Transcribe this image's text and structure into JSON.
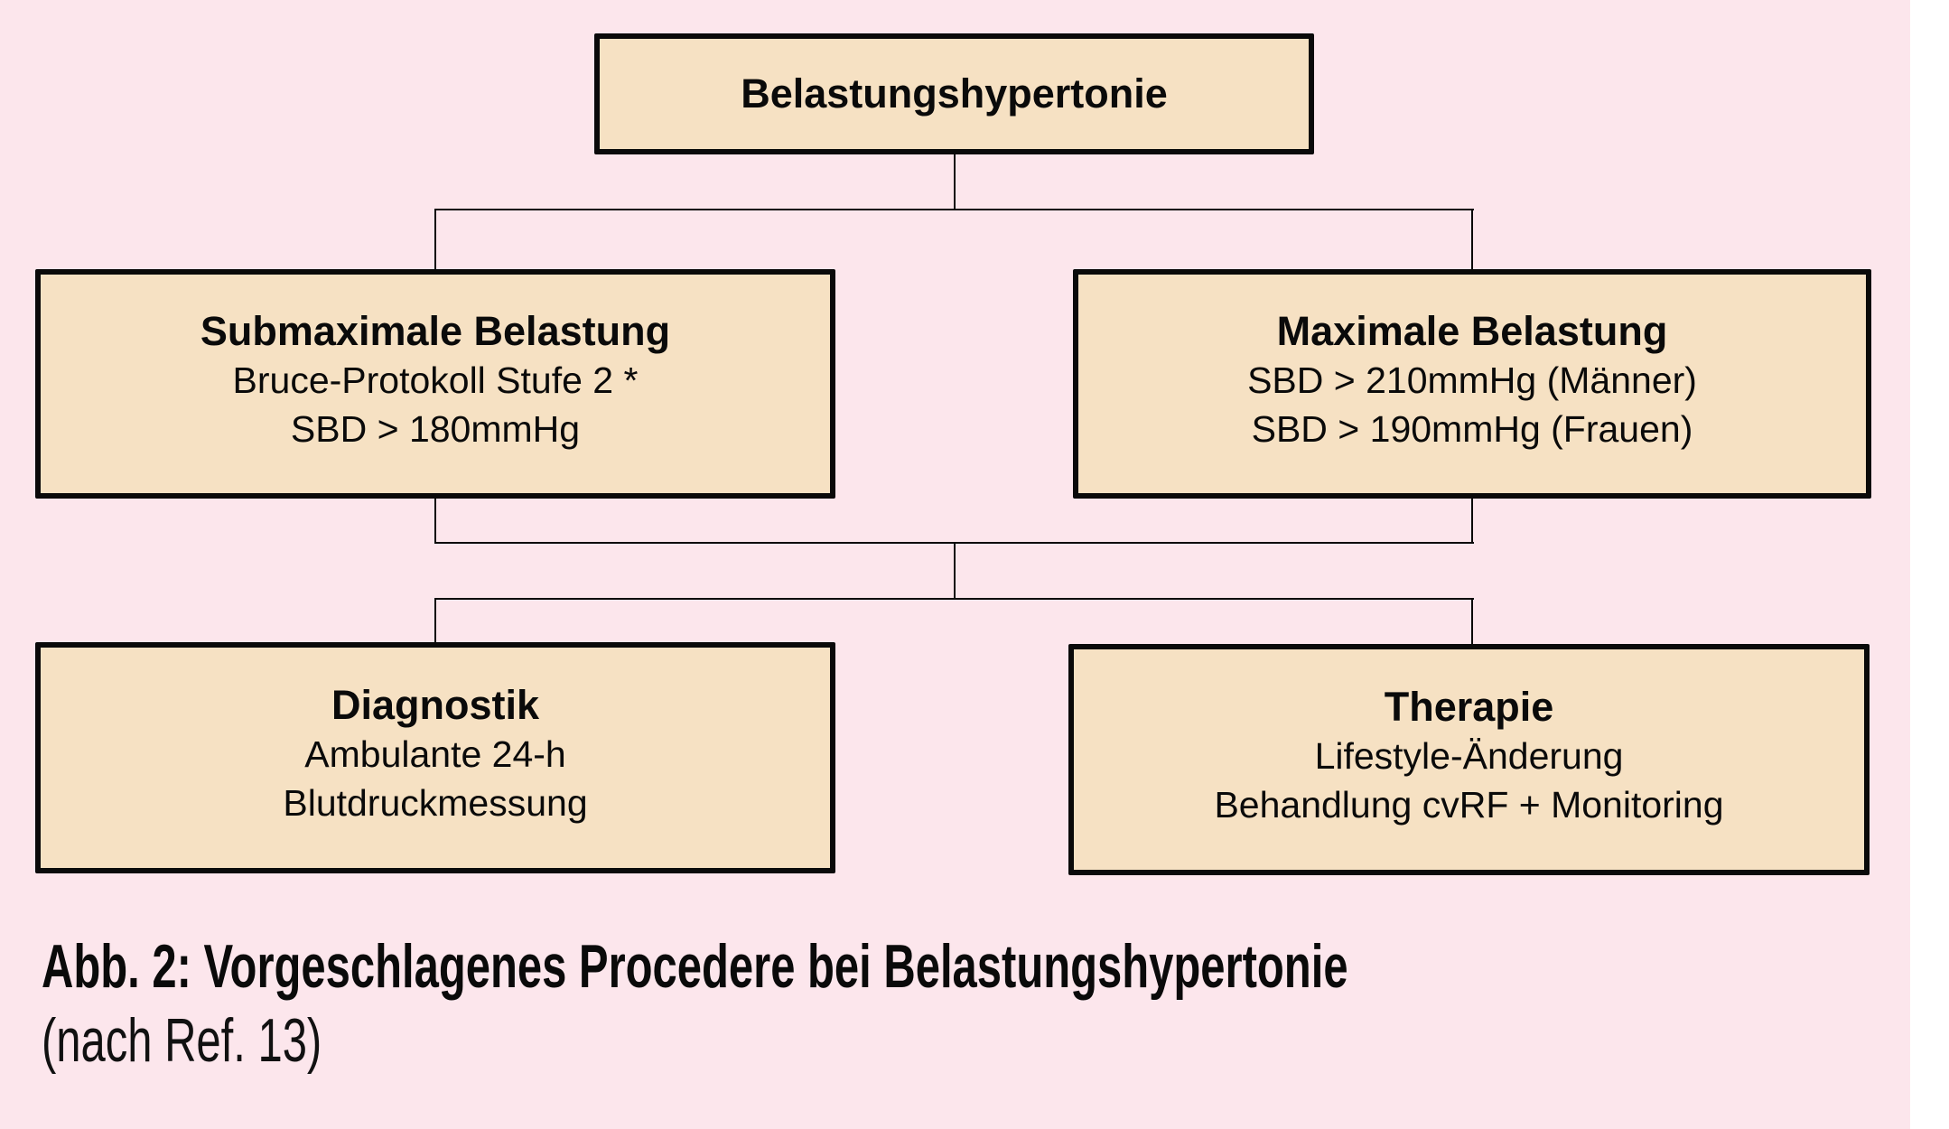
{
  "figure": {
    "root": {
      "title": "Belastungshypertonie"
    },
    "branches": [
      {
        "title": "Submaximale Belastung",
        "lines": [
          "Bruce-Protokoll Stufe 2 *",
          "SBD > 180mmHg"
        ]
      },
      {
        "title": "Maximale Belastung",
        "lines": [
          "SBD > 210mmHg (Männer)",
          "SBD > 190mmHg (Frauen)"
        ]
      }
    ],
    "outcomes": [
      {
        "title": "Diagnostik",
        "lines": [
          "Ambulante 24-h",
          "Blutdruckmessung"
        ]
      },
      {
        "title": "Therapie",
        "lines": [
          "Lifestyle-Änderung",
          "Behandlung cvRF + Monitoring"
        ]
      }
    ]
  },
  "caption": {
    "title": "Abb. 2: Vorgeschlagenes Procedere bei Belastungshypertonie",
    "subtitle": "(nach Ref. 13)"
  },
  "colors": {
    "background": "#fce6ec",
    "box_fill": "#f6e1c3",
    "border": "#0a0a0a"
  }
}
